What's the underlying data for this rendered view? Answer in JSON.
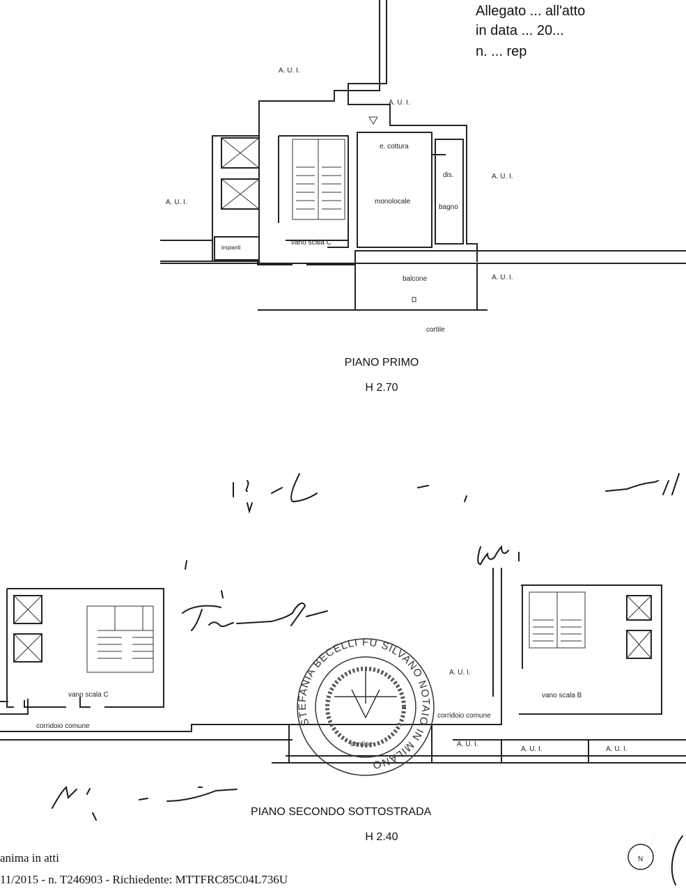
{
  "header_note": {
    "line1": "Allegato ... all'atto",
    "line2": "in data ... 20...",
    "line3": "n. ... rep"
  },
  "piano_primo": {
    "rooms": {
      "aui_top": "A. U. I.",
      "aui_top_right": "A. U. I.",
      "aui_left": "A. U. I.",
      "aui_right": "A. U. I.",
      "aui_balcony": "A. U. I.",
      "e_cottura": "e. cottura",
      "dis": "dis.",
      "monolocale": "monolocale",
      "bagno": "bagno",
      "vano_scala": "vano scala C",
      "impianti": "impianti",
      "balcone": "balcone",
      "cortile": "cortile"
    },
    "title": "PIANO PRIMO",
    "height": "H 2.70"
  },
  "piano_sottostrada": {
    "rooms": {
      "vano_scala_c": "vano scala C",
      "corridoio_left": "corridoio comune",
      "aui_center": "A. U. I.",
      "corridoio_center": "corridoio comune",
      "vano_scala_b": "vano scala B",
      "cantine": "cantine",
      "aui_1": "A. U. I.",
      "aui_2": "A. U. I.",
      "aui_3": "A. U. I."
    },
    "title": "PIANO SECONDO SOTTOSTRADA",
    "height": "H 2.40"
  },
  "stamp": {
    "text": "STEFANIA BECELLI FU SILVANO NOTAIO IN MILANO"
  },
  "footer": {
    "line1": "anima in atti",
    "line2": "11/2015 - n. T246903 - Richiedente: MTTFRC85C04L736U"
  },
  "compass": {
    "label": "N"
  }
}
